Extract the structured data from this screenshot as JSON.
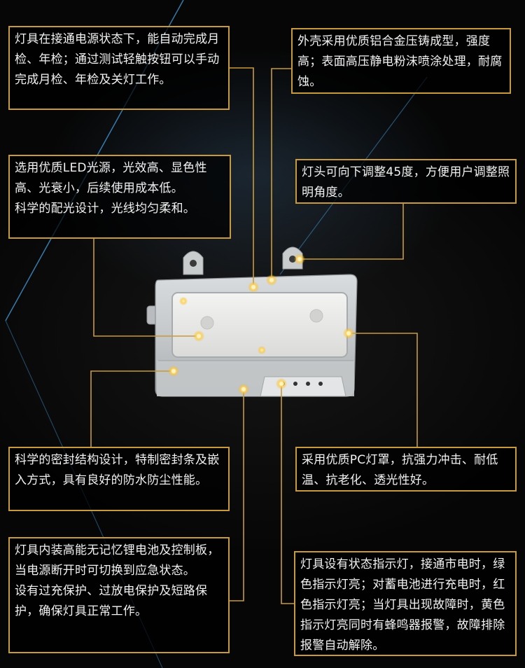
{
  "callouts": {
    "auto_check": {
      "lines": [
        "灯具在接通电源状态下，能自动完成月检、年检；通过测试轻触按钮可以手动完成月检、年检及关灯工作。"
      ]
    },
    "housing": {
      "lines": [
        "外壳采用优质铝合金压铸成型，强度高；表面高压静电粉沫喷涂处理，耐腐蚀。"
      ]
    },
    "led_source": {
      "lines": [
        "选用优质LED光源，光效高、显色性高、光衰小，后续使用成本低。",
        "科学的配光设计，光线均匀柔和。"
      ]
    },
    "head_adjust": {
      "lines": [
        "灯头可向下调整45度，方便用户调整照明角度。"
      ]
    },
    "seal": {
      "lines": [
        "科学的密封结构设计，特制密封条及嵌入方式，具有良好的防水防尘性能。"
      ]
    },
    "pc_cover": {
      "lines": [
        "采用优质PC灯罩，抗强力冲击、耐低温、抗老化、透光性好。"
      ]
    },
    "battery": {
      "lines": [
        "灯具内装高能无记忆锂电池及控制板，当电源断开时可切换到应急状态。",
        "设有过充保护、过放电保护及短路保护，确保灯具正常工作。"
      ]
    },
    "indicator": {
      "lines": [
        "灯具设有状态指示灯，接通市电时，绿色指示灯亮；对蓄电池进行充电时，红色指示灯亮；当灯具出现故障时，黄色指示灯亮同时有蜂鸣器报警，故障排除报警自动解除。"
      ]
    }
  },
  "colors": {
    "accent": "#c79a3c",
    "text": "#f2f2f2",
    "background": "#060606",
    "diagonal_line": "#3f8fc8"
  }
}
